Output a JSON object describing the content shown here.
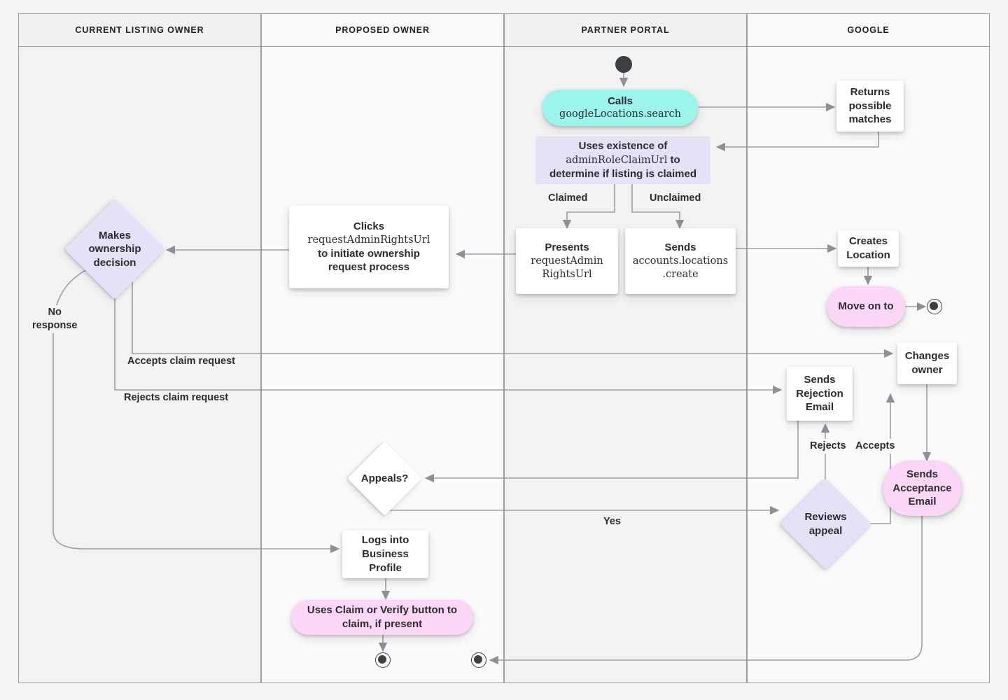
{
  "diagram": {
    "title": "Business Profile listing ownership transfer flow",
    "colors": {
      "canvas": "#f5f5f5",
      "lane_border": "#9e9e9e",
      "lane_fill_a": "#f2f2f2",
      "lane_fill_b": "#fafafa",
      "wire": "#9aa0a6",
      "text": "#2b2b2f",
      "cyan": "#9bf5ec",
      "pink": "#fbd6f6",
      "lavender": "#e7e1f7",
      "white": "#ffffff",
      "terminator": "#3c4043"
    }
  },
  "lanes": [
    {
      "id": "current-listing-owner",
      "label": "CURRENT LISTING OWNER"
    },
    {
      "id": "proposed-owner",
      "label": "PROPOSED OWNER"
    },
    {
      "id": "partner-portal",
      "label": "PARTNER PORTAL"
    },
    {
      "id": "google",
      "label": "GOOGLE"
    }
  ],
  "nodes": {
    "start_partner": {
      "kind": "start",
      "lane": "partner-portal"
    },
    "calls_search": {
      "kind": "pill",
      "lane": "partner-portal",
      "color": "cyan",
      "line1": "Calls",
      "line2": "googleLocations.search"
    },
    "returns_matches": {
      "kind": "rect",
      "lane": "google",
      "color": "white",
      "text": "Returns\npossible\nmatches"
    },
    "uses_existence": {
      "kind": "soft",
      "lane": "partner-portal",
      "color": "lavender",
      "line1": "Uses existence of",
      "line2": "adminRoleClaimUrl",
      "line2_tail": " to",
      "line3": "determine if listing is claimed"
    },
    "presents_url": {
      "kind": "rect",
      "lane": "partner-portal",
      "color": "white",
      "line1": "Presents",
      "line2": "requestAdmin",
      "line3": "RightsUrl"
    },
    "sends_create": {
      "kind": "rect",
      "lane": "partner-portal",
      "color": "white",
      "line1": "Sends",
      "line2": "accounts.locations",
      "line3": ".create"
    },
    "creates_location": {
      "kind": "rect",
      "lane": "google",
      "color": "white",
      "text": "Creates\nLocation"
    },
    "move_on_to": {
      "kind": "pill",
      "lane": "google",
      "color": "pink",
      "text": "Move on to"
    },
    "end_google": {
      "kind": "end",
      "lane": "google"
    },
    "clicks_request_url": {
      "kind": "rect",
      "lane": "proposed-owner",
      "color": "white",
      "line1": "Clicks",
      "line2": "requestAdminRightsUrl",
      "line3": "to initiate ownership",
      "line4": "request process"
    },
    "makes_decision": {
      "kind": "diamond",
      "lane": "current-listing-owner",
      "color": "lavender",
      "text": "Makes\nownership\ndecision"
    },
    "changes_owner": {
      "kind": "rect",
      "lane": "google",
      "color": "white",
      "text": "Changes\nowner"
    },
    "sends_rejection_email": {
      "kind": "rect",
      "lane": "google",
      "color": "white",
      "text": "Sends\nRejection\nEmail"
    },
    "sends_acceptance_email": {
      "kind": "pill",
      "lane": "google",
      "color": "pink",
      "text": "Sends\nAcceptance\nEmail"
    },
    "reviews_appeal": {
      "kind": "diamond",
      "lane": "google",
      "color": "lavender",
      "text": "Reviews\nappeal"
    },
    "appeals_q": {
      "kind": "diamond",
      "lane": "proposed-owner",
      "color": "white",
      "text": "Appeals?"
    },
    "logs_into_profile": {
      "kind": "rect",
      "lane": "proposed-owner",
      "color": "white",
      "text": "Logs into\nBusiness\nProfile"
    },
    "uses_claim_verify": {
      "kind": "pill",
      "lane": "proposed-owner",
      "color": "pink",
      "text": "Uses Claim or Verify button to\nclaim, if present"
    },
    "end_proposed": {
      "kind": "end",
      "lane": "proposed-owner"
    },
    "end_partner": {
      "kind": "end",
      "lane": "partner-portal"
    }
  },
  "edge_labels": {
    "claimed": "Claimed",
    "unclaimed": "Unclaimed",
    "no_response": "No\nresponse",
    "accepts_claim_request": "Accepts claim request",
    "rejects_claim_request": "Rejects claim request",
    "rejects": "Rejects",
    "accepts": "Accepts",
    "yes": "Yes"
  }
}
